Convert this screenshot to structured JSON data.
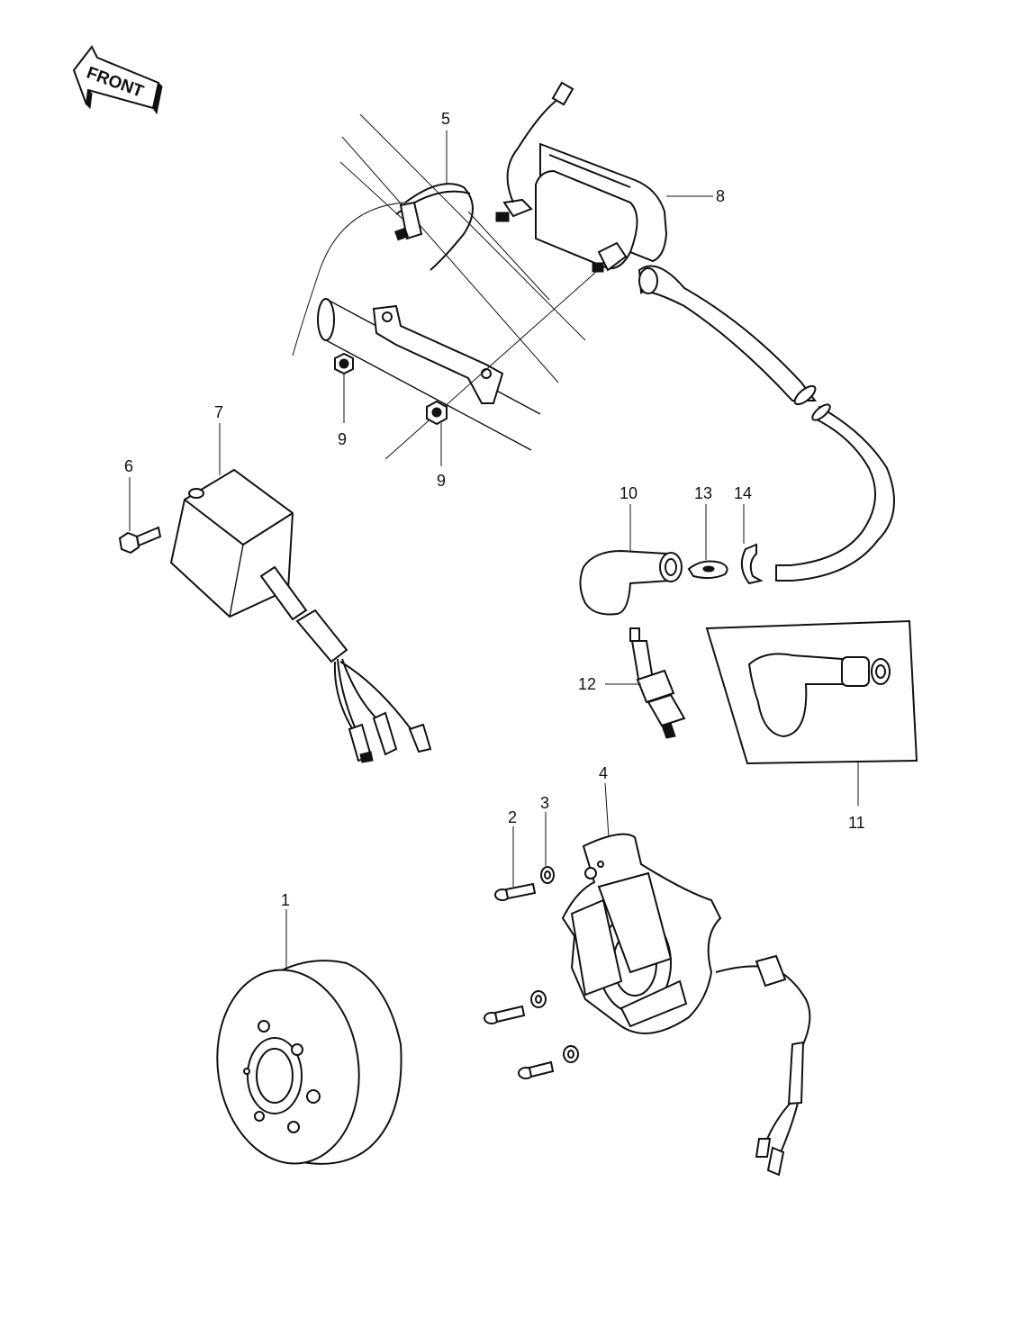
{
  "front_indicator": {
    "text": "FRONT"
  },
  "callouts": [
    {
      "id": "1",
      "part": "flywheel-rotor"
    },
    {
      "id": "2",
      "part": "stator-screw"
    },
    {
      "id": "3",
      "part": "stator-washer"
    },
    {
      "id": "4",
      "part": "stator-assembly"
    },
    {
      "id": "5",
      "part": "mounting-band"
    },
    {
      "id": "6",
      "part": "cdi-unit-bolt"
    },
    {
      "id": "7",
      "part": "cdi-unit"
    },
    {
      "id": "8",
      "part": "ignition-coil"
    },
    {
      "id": "9",
      "part": "nut"
    },
    {
      "id": "9",
      "part": "nut"
    },
    {
      "id": "10",
      "part": "spark-plug-cap"
    },
    {
      "id": "11",
      "part": "spark-plug-cap-alternate"
    },
    {
      "id": "12",
      "part": "spark-plug"
    },
    {
      "id": "13",
      "part": "cap-seal"
    },
    {
      "id": "14",
      "part": "cap-clip"
    }
  ]
}
